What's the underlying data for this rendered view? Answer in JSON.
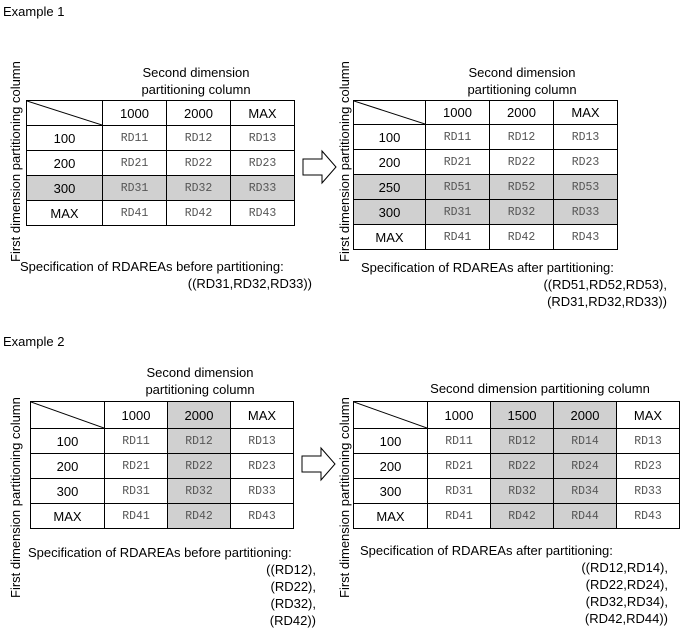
{
  "example1": {
    "title": "Example 1",
    "before": {
      "second_dim_label": [
        "Second dimension",
        "partitioning column"
      ],
      "first_dim_label": "First dimension partitioning column",
      "columns": [
        "1000",
        "2000",
        "MAX"
      ],
      "rows": [
        {
          "key": "100",
          "cells": [
            "RD11",
            "RD12",
            "RD13"
          ],
          "shaded": false
        },
        {
          "key": "200",
          "cells": [
            "RD21",
            "RD22",
            "RD23"
          ],
          "shaded": false
        },
        {
          "key": "300",
          "cells": [
            "RD31",
            "RD32",
            "RD33"
          ],
          "shaded": true
        },
        {
          "key": "MAX",
          "cells": [
            "RD41",
            "RD42",
            "RD43"
          ],
          "shaded": false
        }
      ],
      "spec_lines": [
        "Specification of RDAREAs before partitioning:",
        "((RD31,RD32,RD33))"
      ]
    },
    "after": {
      "second_dim_label": [
        "Second dimension",
        "partitioning column"
      ],
      "first_dim_label": "First dimension partitioning column",
      "columns": [
        "1000",
        "2000",
        "MAX"
      ],
      "rows": [
        {
          "key": "100",
          "cells": [
            "RD11",
            "RD12",
            "RD13"
          ],
          "shaded": false
        },
        {
          "key": "200",
          "cells": [
            "RD21",
            "RD22",
            "RD23"
          ],
          "shaded": false
        },
        {
          "key": "250",
          "cells": [
            "RD51",
            "RD52",
            "RD53"
          ],
          "shaded": true
        },
        {
          "key": "300",
          "cells": [
            "RD31",
            "RD32",
            "RD33"
          ],
          "shaded": true
        },
        {
          "key": "MAX",
          "cells": [
            "RD41",
            "RD42",
            "RD43"
          ],
          "shaded": false
        }
      ],
      "spec_lines": [
        "Specification of RDAREAs after partitioning:",
        "((RD51,RD52,RD53),",
        "(RD31,RD32,RD33))"
      ]
    }
  },
  "example2": {
    "title": "Example 2",
    "before": {
      "second_dim_label": [
        "Second dimension",
        "partitioning column"
      ],
      "first_dim_label": "First dimension partitioning column",
      "columns": [
        "1000",
        "2000",
        "MAX"
      ],
      "shaded_columns": [
        1
      ],
      "rows": [
        {
          "key": "100",
          "cells": [
            "RD11",
            "RD12",
            "RD13"
          ]
        },
        {
          "key": "200",
          "cells": [
            "RD21",
            "RD22",
            "RD23"
          ]
        },
        {
          "key": "300",
          "cells": [
            "RD31",
            "RD32",
            "RD33"
          ]
        },
        {
          "key": "MAX",
          "cells": [
            "RD41",
            "RD42",
            "RD43"
          ]
        }
      ],
      "spec_lines": [
        "Specification of RDAREAs before partitioning:",
        "((RD12),",
        "(RD22),",
        "(RD32),",
        "(RD42))"
      ]
    },
    "after": {
      "second_dim_label": [
        "Second dimension partitioning column"
      ],
      "first_dim_label": "First dimension partitioning column",
      "columns": [
        "1000",
        "1500",
        "2000",
        "MAX"
      ],
      "shaded_columns": [
        1,
        2
      ],
      "rows": [
        {
          "key": "100",
          "cells": [
            "RD11",
            "RD12",
            "RD14",
            "RD13"
          ]
        },
        {
          "key": "200",
          "cells": [
            "RD21",
            "RD22",
            "RD24",
            "RD23"
          ]
        },
        {
          "key": "300",
          "cells": [
            "RD31",
            "RD32",
            "RD34",
            "RD33"
          ]
        },
        {
          "key": "MAX",
          "cells": [
            "RD41",
            "RD42",
            "RD44",
            "RD43"
          ]
        }
      ],
      "spec_lines": [
        "Specification of RDAREAs after partitioning:",
        "((RD12,RD14),",
        "(RD22,RD24),",
        "(RD32,RD34),",
        "(RD42,RD44))"
      ]
    }
  },
  "colors": {
    "shade": "#d0d0d0",
    "cell_text": "#555555"
  }
}
